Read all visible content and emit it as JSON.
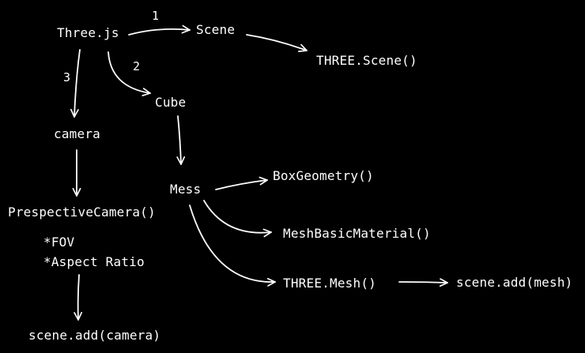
{
  "diagram": {
    "background_color": "#000000",
    "stroke_color": "#ffffff",
    "nodes": {
      "threejs": "Three.js",
      "scene": "Scene",
      "three_scene": "THREE.Scene()",
      "cube": "Cube",
      "camera": "camera",
      "mess": "Mess",
      "box_geometry": "BoxGeometry()",
      "mesh_basic_material": "MeshBasicMaterial()",
      "three_mesh": "THREE.Mesh()",
      "scene_add_mesh": "scene.add(mesh)",
      "perspective_camera": "PrespectiveCamera()",
      "fov": "*FOV",
      "aspect_ratio": "*Aspect Ratio",
      "scene_add_camera": "scene.add(camera)"
    },
    "step_labels": {
      "step1": "1",
      "step2": "2",
      "step3": "3"
    }
  }
}
